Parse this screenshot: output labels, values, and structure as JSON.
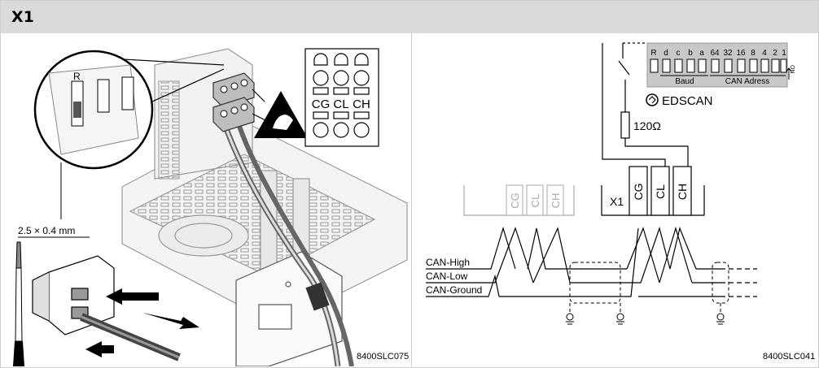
{
  "header": {
    "title": "X1"
  },
  "left_figure": {
    "code": "8400SLC075",
    "screwdriver_size": "2.5 × 0.4 mm",
    "callout_switch_label": "R",
    "terminal_labels": [
      "CG",
      "CL",
      "CH"
    ]
  },
  "right_figure": {
    "code": "8400SLC041",
    "dip_labels": [
      "R",
      "d",
      "c",
      "b",
      "a",
      "64",
      "32",
      "16",
      "8",
      "4",
      "2",
      "1"
    ],
    "dip_on_label": "ON",
    "baud_label": "Baud",
    "can_address_label": "CAN Adress",
    "module_name": "EDSCAN",
    "resistor_label": "120Ω",
    "x1_label": "X1",
    "terminal_labels": [
      "CG",
      "CL",
      "CH"
    ],
    "line_labels": [
      "CAN-High",
      "CAN-Low",
      "CAN-Ground"
    ]
  }
}
